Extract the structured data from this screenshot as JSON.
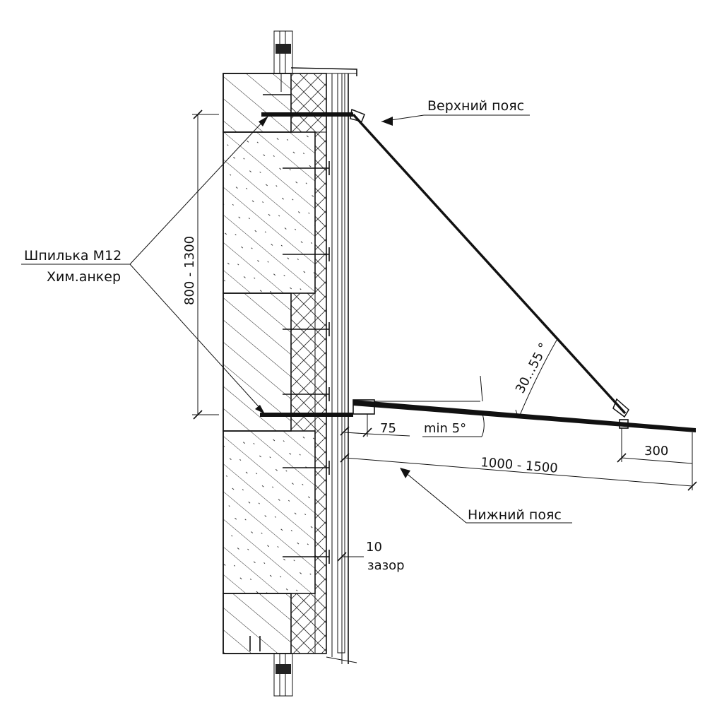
{
  "labels": {
    "upper_chord": "Верхний пояс",
    "lower_chord": "Нижний пояс",
    "stud": "Шпилька М12",
    "chem_anchor": "Хим.анкер",
    "gap_value": "10",
    "gap_text": "зазор"
  },
  "dimensions": {
    "anchor_spacing": "800 - 1300",
    "angle": "30...55 °",
    "slope": "min 5°",
    "edge_offset": "75",
    "projection": "1000 - 1500",
    "end_offset": "300"
  }
}
